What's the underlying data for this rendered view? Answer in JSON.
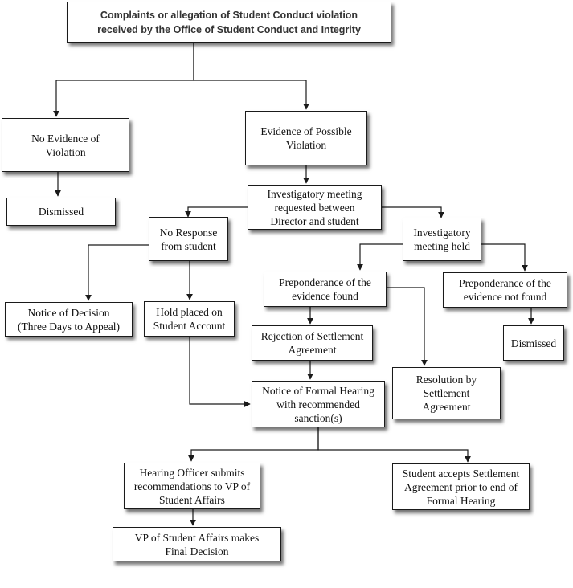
{
  "nodes": {
    "complaint": "Complaints or allegation of Student Conduct violation\nreceived by the Office of Student Conduct and Integrity",
    "no_evidence": "No Evidence of\nViolation",
    "evidence": "Evidence of Possible\nViolation",
    "dismissed_left": "Dismissed",
    "investigatory_request": "Investigatory meeting\nrequested between\nDirector and student",
    "no_response": "No Response\nfrom student",
    "meeting_held": "Investigatory\nmeeting held",
    "notice_decision": "Notice of Decision\n(Three Days to Appeal)",
    "hold_account": "Hold placed on\nStudent Account",
    "preponderance_found": "Preponderance of the\nevidence found",
    "preponderance_not_found": "Preponderance of the\nevidence not found",
    "dismissed_right": "Dismissed",
    "rejection": "Rejection of Settlement\nAgreement",
    "resolution": "Resolution by\nSettlement\nAgreement",
    "formal_hearing": "Notice of Formal Hearing\nwith recommended\nsanction(s)",
    "hearing_officer": "Hearing Officer submits\nrecommendations to VP of\nStudent Affairs",
    "student_accepts": "Student accepts Settlement\nAgreement prior to end of\nFormal Hearing",
    "vp_decision": "VP of Student Affairs makes\nFinal Decision"
  },
  "edges": [
    {
      "from": "complaint",
      "to": "no_evidence"
    },
    {
      "from": "complaint",
      "to": "evidence"
    },
    {
      "from": "no_evidence",
      "to": "dismissed_left"
    },
    {
      "from": "evidence",
      "to": "investigatory_request"
    },
    {
      "from": "investigatory_request",
      "to": "no_response"
    },
    {
      "from": "investigatory_request",
      "to": "meeting_held"
    },
    {
      "from": "no_response",
      "to": "notice_decision"
    },
    {
      "from": "no_response",
      "to": "hold_account"
    },
    {
      "from": "meeting_held",
      "to": "preponderance_found"
    },
    {
      "from": "meeting_held",
      "to": "preponderance_not_found"
    },
    {
      "from": "preponderance_not_found",
      "to": "dismissed_right"
    },
    {
      "from": "preponderance_found",
      "to": "rejection"
    },
    {
      "from": "preponderance_found",
      "to": "resolution"
    },
    {
      "from": "rejection",
      "to": "formal_hearing"
    },
    {
      "from": "hold_account",
      "to": "formal_hearing"
    },
    {
      "from": "formal_hearing",
      "to": "hearing_officer"
    },
    {
      "from": "formal_hearing",
      "to": "student_accepts"
    },
    {
      "from": "hearing_officer",
      "to": "vp_decision"
    }
  ]
}
